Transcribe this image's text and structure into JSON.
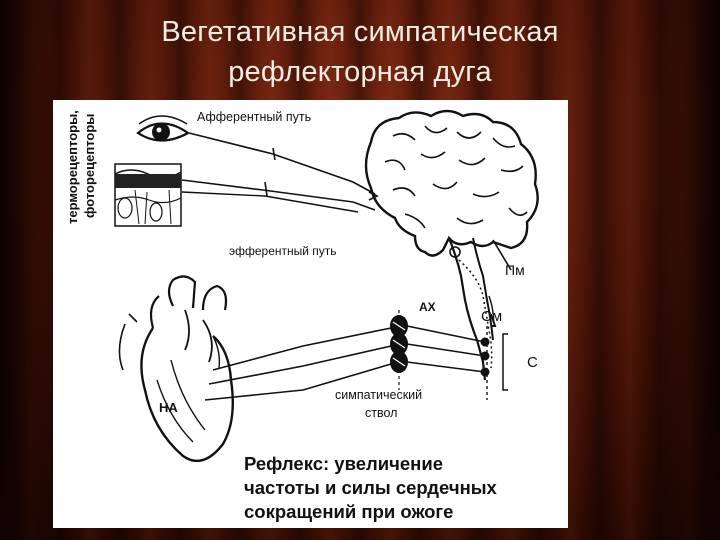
{
  "slide": {
    "title_line1": "Вегетативная симпатическая",
    "title_line2": "рефлекторная дуга"
  },
  "diagram": {
    "receptor_label_1": "терморецепторы,",
    "receptor_label_2": "фоторецепторы",
    "afferent": "Афферентный путь",
    "efferent": "эфферентный путь",
    "pm": "Пм",
    "ax": "АХ",
    "sm": "См",
    "c": "С",
    "trunk_1": "симпатический",
    "trunk_2": "ствол",
    "na": "НА",
    "caption_1": "Рефлекс: увеличение",
    "caption_2": "частоты и силы сердечных",
    "caption_3": "сокращений при ожоге"
  }
}
